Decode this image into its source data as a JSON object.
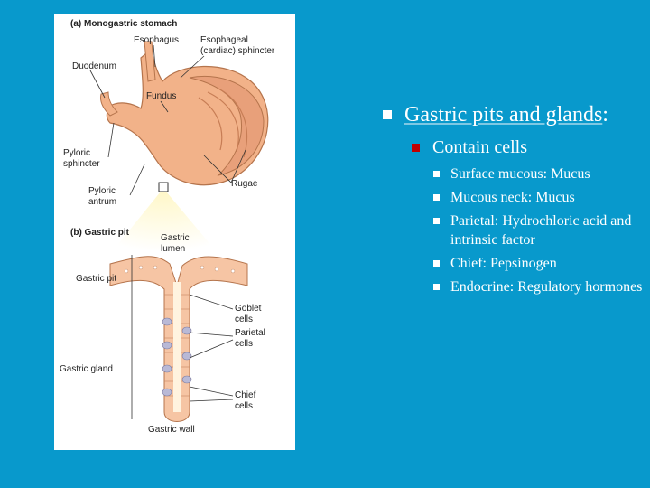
{
  "figure": {
    "part_a_title": "(a) Monogastric stomach",
    "part_b_title": "(b) Gastric pit",
    "labels": {
      "esophagus": "Esophagus",
      "sphincter_line1": "Esophageal",
      "sphincter_line2": "(cardiac) sphincter",
      "duodenum": "Duodenum",
      "fundus": "Fundus",
      "pyloric_sphincter_line1": "Pyloric",
      "pyloric_sphincter_line2": "sphincter",
      "pyloric_antrum_line1": "Pyloric",
      "pyloric_antrum_line2": "antrum",
      "rugae": "Rugae",
      "gastric_lumen_line1": "Gastric",
      "gastric_lumen_line2": "lumen",
      "gastric_pit": "Gastric pit",
      "gastric_gland": "Gastric gland",
      "goblet_line1": "Goblet",
      "goblet_line2": "cells",
      "parietal_line1": "Parietal",
      "parietal_line2": "cells",
      "chief_line1": "Chief",
      "chief_line2": "cells",
      "gastric_wall": "Gastric wall"
    },
    "colors": {
      "stomach_tissue": "#f2b289",
      "stomach_inner": "#e8a07a",
      "lumen_glow": "#fff3b0",
      "cell_fill": "#f6c5a4",
      "parietal_fill": "#b9b9d6"
    }
  },
  "slide": {
    "heading": "Gastric pits and glands",
    "heading_suffix": ":",
    "sub": "Contain cells",
    "items": [
      "Surface mucous: Mucus",
      "Mucous neck: Mucus",
      "Parietal: Hydrochloric acid and intrinsic factor",
      "Chief: Pepsinogen",
      "Endocrine: Regulatory hormones"
    ]
  }
}
